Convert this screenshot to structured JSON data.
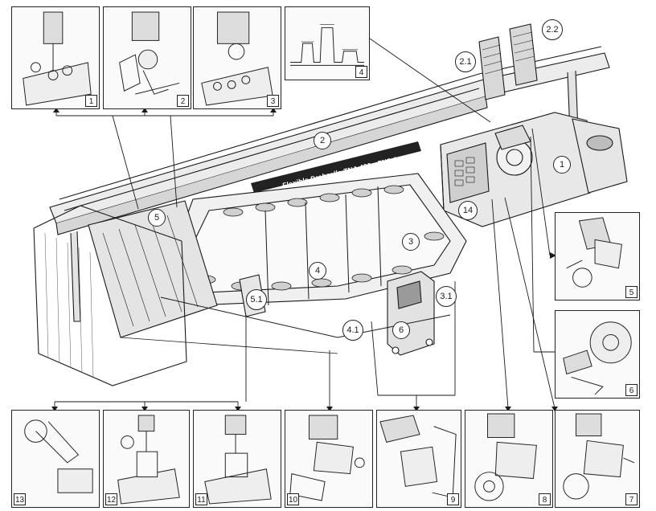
{
  "machine": {
    "title": "Flexible Drehzelle TNA 480 • FNS 2"
  },
  "callouts": {
    "c1": "1",
    "c2": "2",
    "c2_1": "2.1",
    "c2_2": "2.2",
    "c3": "3",
    "c3_1": "3.1",
    "c4": "4",
    "c4_1": "4.1",
    "c5": "5",
    "c5_1": "5.1",
    "c6": "6",
    "c14": "14"
  },
  "details": {
    "d1": "1",
    "d2": "2",
    "d3": "3",
    "d4": "4",
    "d5": "5",
    "d6": "6",
    "d7": "7",
    "d8": "8",
    "d9": "9",
    "d10": "10",
    "d11": "11",
    "d12": "12",
    "d13": "13"
  },
  "colors": {
    "line": "#1a1a1a",
    "panel_fill": "#fafafa",
    "machine_fill": "#e8e8e8"
  }
}
